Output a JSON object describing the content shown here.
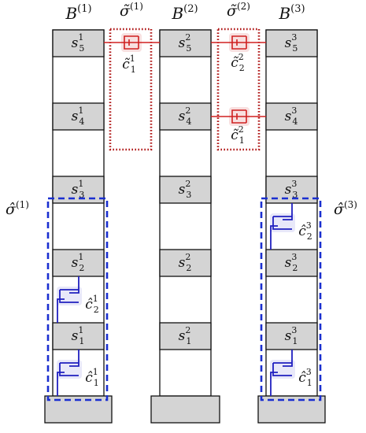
{
  "colors": {
    "structure_stroke": "#111111",
    "floor_fill": "#d4d4d4",
    "observed_outline": "#b01818",
    "observed_damper": "#d02020",
    "hidden_outline": "#1a2fd0",
    "hidden_damper": "#2020c0"
  },
  "buildings": [
    {
      "base": "B",
      "sup": "(1)",
      "floors": [
        {
          "base": "s",
          "sub": "5",
          "sup": "1"
        },
        {
          "base": "s",
          "sub": "4",
          "sup": "1"
        },
        {
          "base": "s",
          "sub": "3",
          "sup": "1"
        },
        {
          "base": "s",
          "sub": "2",
          "sup": "1"
        },
        {
          "base": "s",
          "sub": "1",
          "sup": "1"
        }
      ]
    },
    {
      "base": "B",
      "sup": "(2)",
      "floors": [
        {
          "base": "s",
          "sub": "5",
          "sup": "2"
        },
        {
          "base": "s",
          "sub": "4",
          "sup": "2"
        },
        {
          "base": "s",
          "sub": "3",
          "sup": "2"
        },
        {
          "base": "s",
          "sub": "2",
          "sup": "2"
        },
        {
          "base": "s",
          "sub": "1",
          "sup": "2"
        }
      ]
    },
    {
      "base": "B",
      "sup": "(3)",
      "floors": [
        {
          "base": "s",
          "sub": "5",
          "sup": "3"
        },
        {
          "base": "s",
          "sub": "4",
          "sup": "3"
        },
        {
          "base": "s",
          "sub": "3",
          "sup": "3"
        },
        {
          "base": "s",
          "sub": "2",
          "sup": "3"
        },
        {
          "base": "s",
          "sub": "1",
          "sup": "3"
        }
      ]
    }
  ],
  "observed_groups": [
    {
      "base": "σ̃",
      "sup": "(1)",
      "dampers": [
        {
          "base": "c̃",
          "sub": "1",
          "sup": "1"
        }
      ]
    },
    {
      "base": "σ̃",
      "sup": "(2)",
      "dampers": [
        {
          "base": "c̃",
          "sub": "2",
          "sup": "2"
        },
        {
          "base": "c̃",
          "sub": "1",
          "sup": "2"
        }
      ]
    }
  ],
  "hidden_groups": [
    {
      "base": "σ̂",
      "sup": "(1)",
      "dampers": [
        {
          "base": "ĉ",
          "sub": "2",
          "sup": "1"
        },
        {
          "base": "ĉ",
          "sub": "1",
          "sup": "1"
        }
      ]
    },
    {
      "base": "σ̂",
      "sup": "(3)",
      "dampers": [
        {
          "base": "ĉ",
          "sub": "2",
          "sup": "3"
        },
        {
          "base": "ĉ",
          "sub": "1",
          "sup": "3"
        }
      ]
    }
  ]
}
